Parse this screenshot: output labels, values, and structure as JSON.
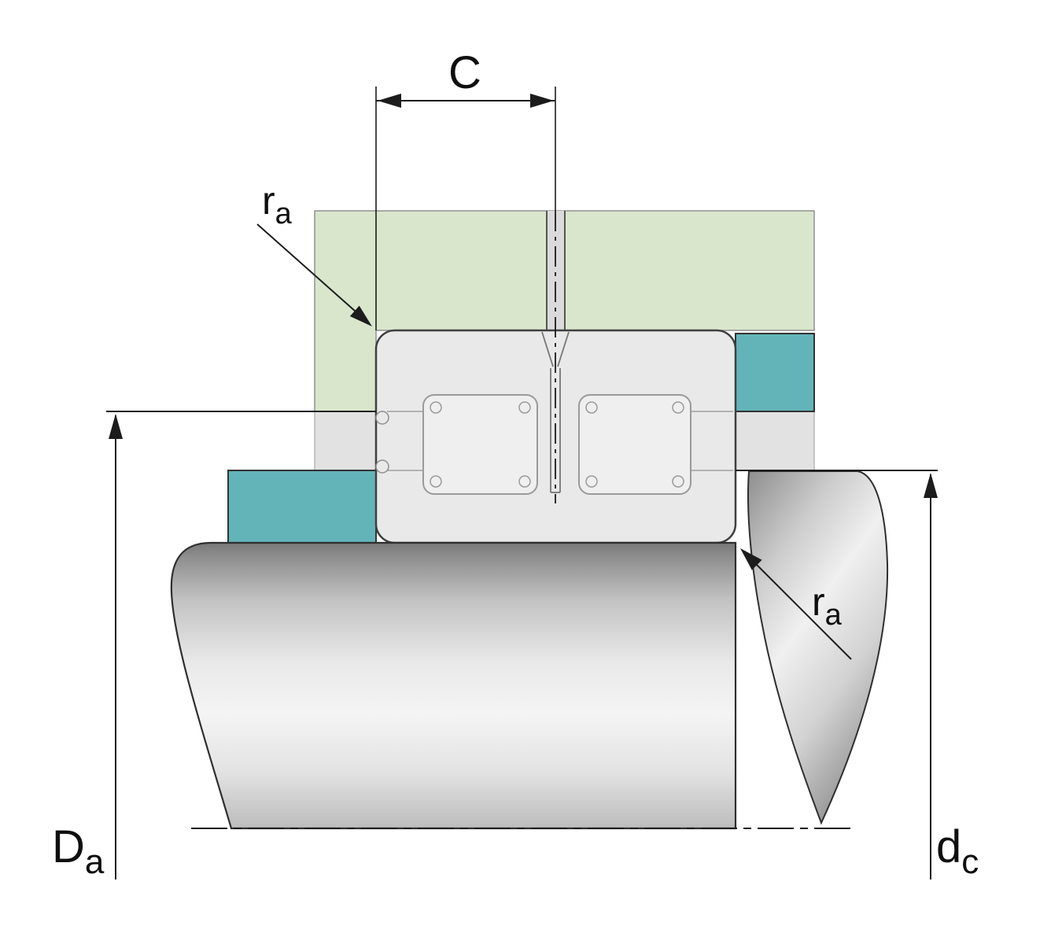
{
  "diagram": {
    "labels": {
      "width": {
        "main": "C"
      },
      "fillet_housing": {
        "main": "r",
        "sub": "a"
      },
      "fillet_shaft": {
        "main": "r",
        "sub": "a"
      },
      "housing_abutment_dia": {
        "main": "D",
        "sub": "a"
      },
      "shaft_abutment_dia": {
        "main": "d",
        "sub": "c"
      }
    },
    "colors": {
      "housing_green": "#d9e6cc",
      "spacer_teal": "#63b4b9",
      "bearing_grey": "#e9e9e9",
      "roller_grey": "#efefef",
      "relief_grey": "#e2e2e2",
      "hole_grey": "#dadada",
      "outline_dark": "#1c1c1c",
      "edge_grey": "#3f3f3f",
      "detail_grey": "#8f8f8f"
    }
  }
}
